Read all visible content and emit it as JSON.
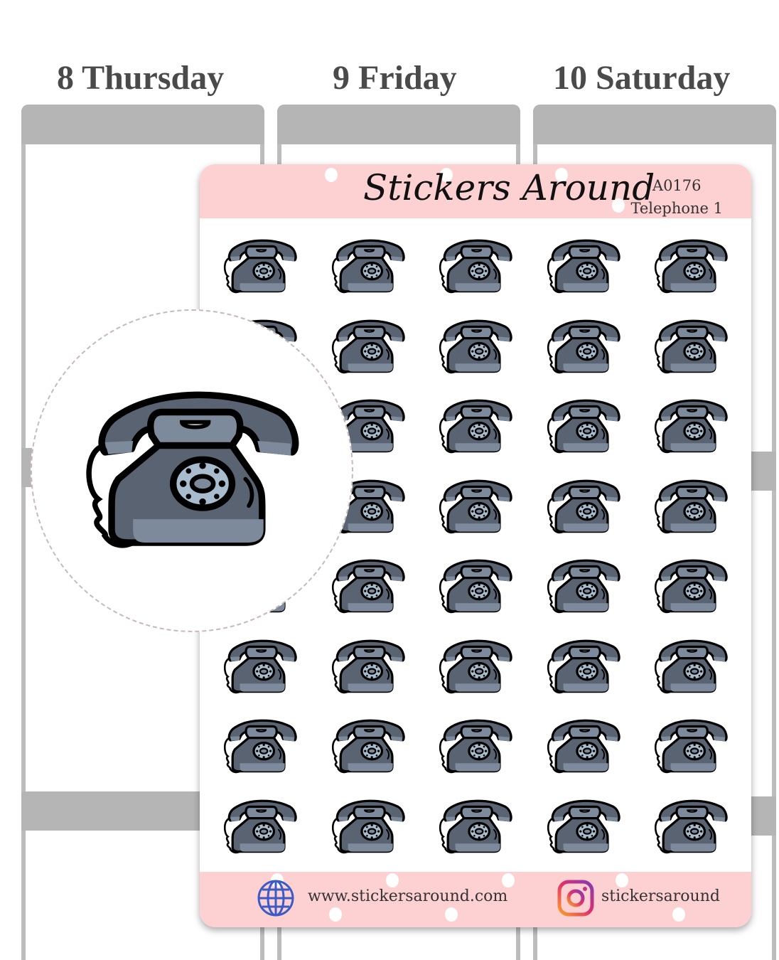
{
  "planner": {
    "days": [
      "8 Thursday",
      "9 Friday",
      "10 Saturday"
    ]
  },
  "sheet": {
    "brand": "Stickers Around",
    "code": "A0176",
    "name": "Telephone 1",
    "sticker_icon": "rotary-telephone-icon",
    "sticker_count": 40,
    "website": "www.stickersaround.com",
    "instagram": "stickersaround"
  },
  "colors": {
    "pink": "#fdd0d2",
    "phone_dark": "#5a6372",
    "phone_light": "#7d8a9c",
    "dial": "#a9bccd"
  }
}
